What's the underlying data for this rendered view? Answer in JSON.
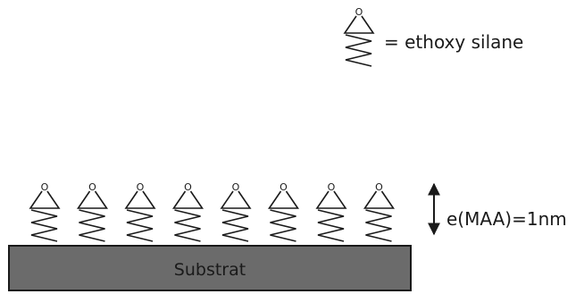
{
  "legend": {
    "label": "= ethoxy silane",
    "symbol_letter": "O"
  },
  "molecules": {
    "count": 8,
    "head_letter": "O"
  },
  "thickness": {
    "label": "e(MAA)=1nm"
  },
  "substrate": {
    "label": "Substrat",
    "fill": "#6b6b6b",
    "stroke": "#1a1a1a"
  },
  "colors": {
    "line": "#1a1a1a",
    "background": "#ffffff"
  }
}
